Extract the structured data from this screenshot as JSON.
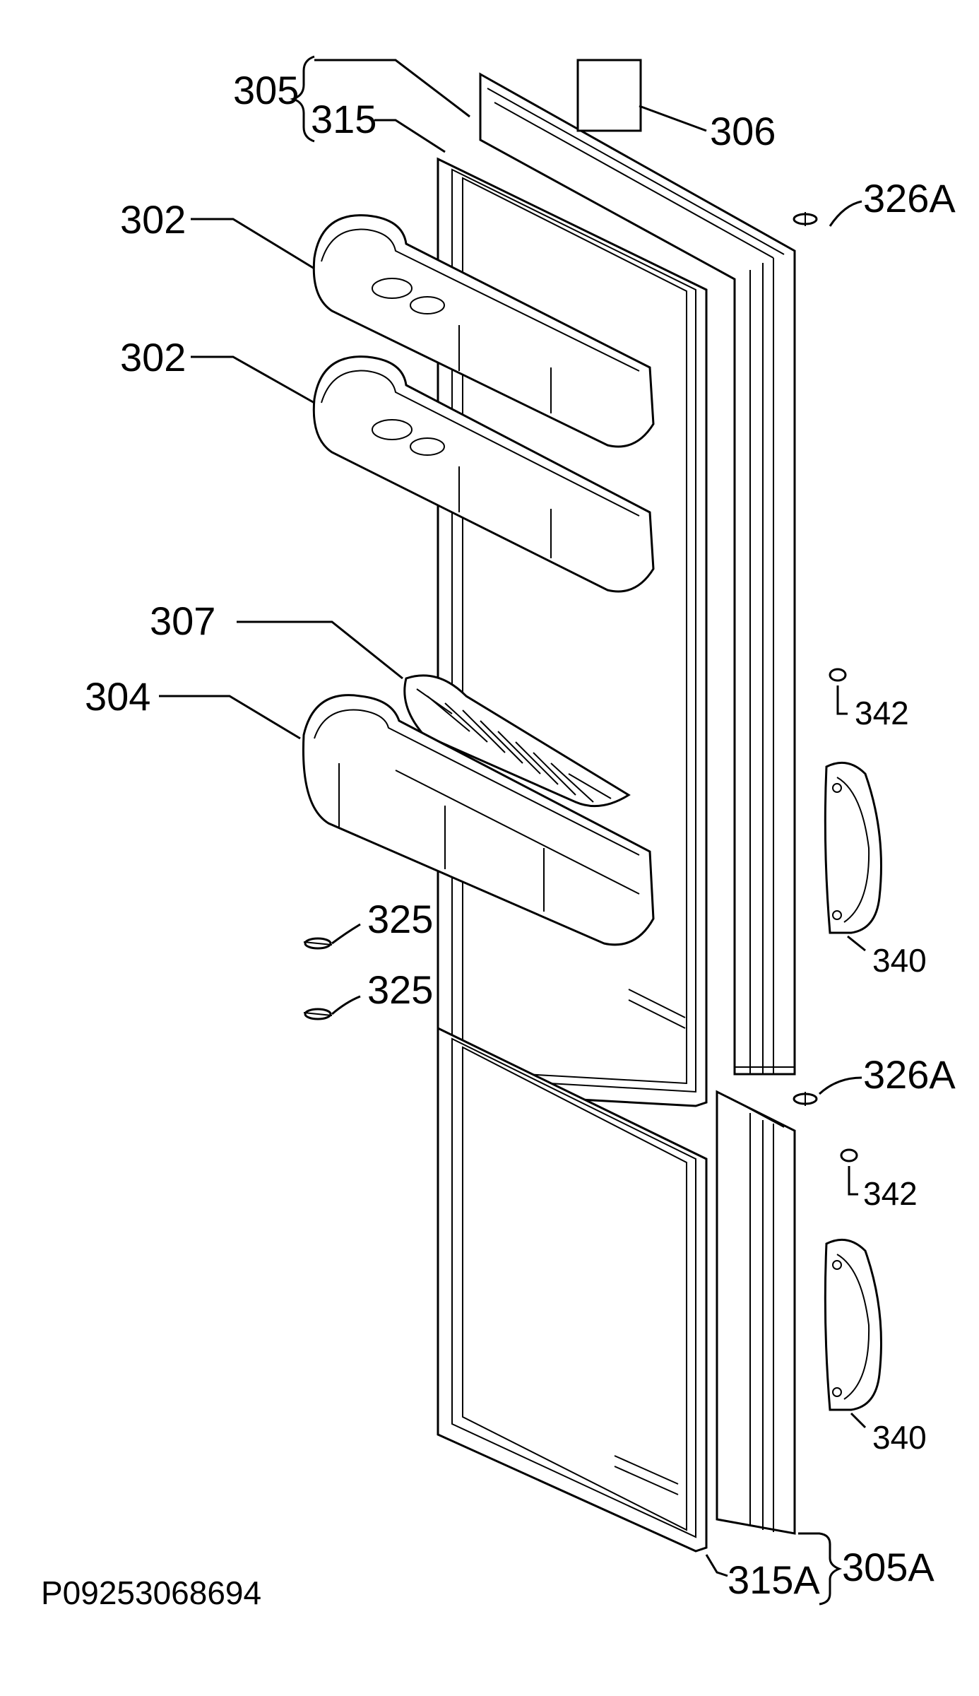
{
  "diagram": {
    "drawing_code": "P09253068694",
    "labels": {
      "l305": "305",
      "l315": "315",
      "l306": "306",
      "l326a_top": "326A",
      "l302_a": "302",
      "l302_b": "302",
      "l307": "307",
      "l304": "304",
      "l342_top": "342",
      "l340_top": "340",
      "l325_a": "325",
      "l325_b": "325",
      "l326a_bottom": "326A",
      "l342_bottom": "342",
      "l340_bottom": "340",
      "l315a": "315A",
      "l305a": "305A"
    }
  }
}
